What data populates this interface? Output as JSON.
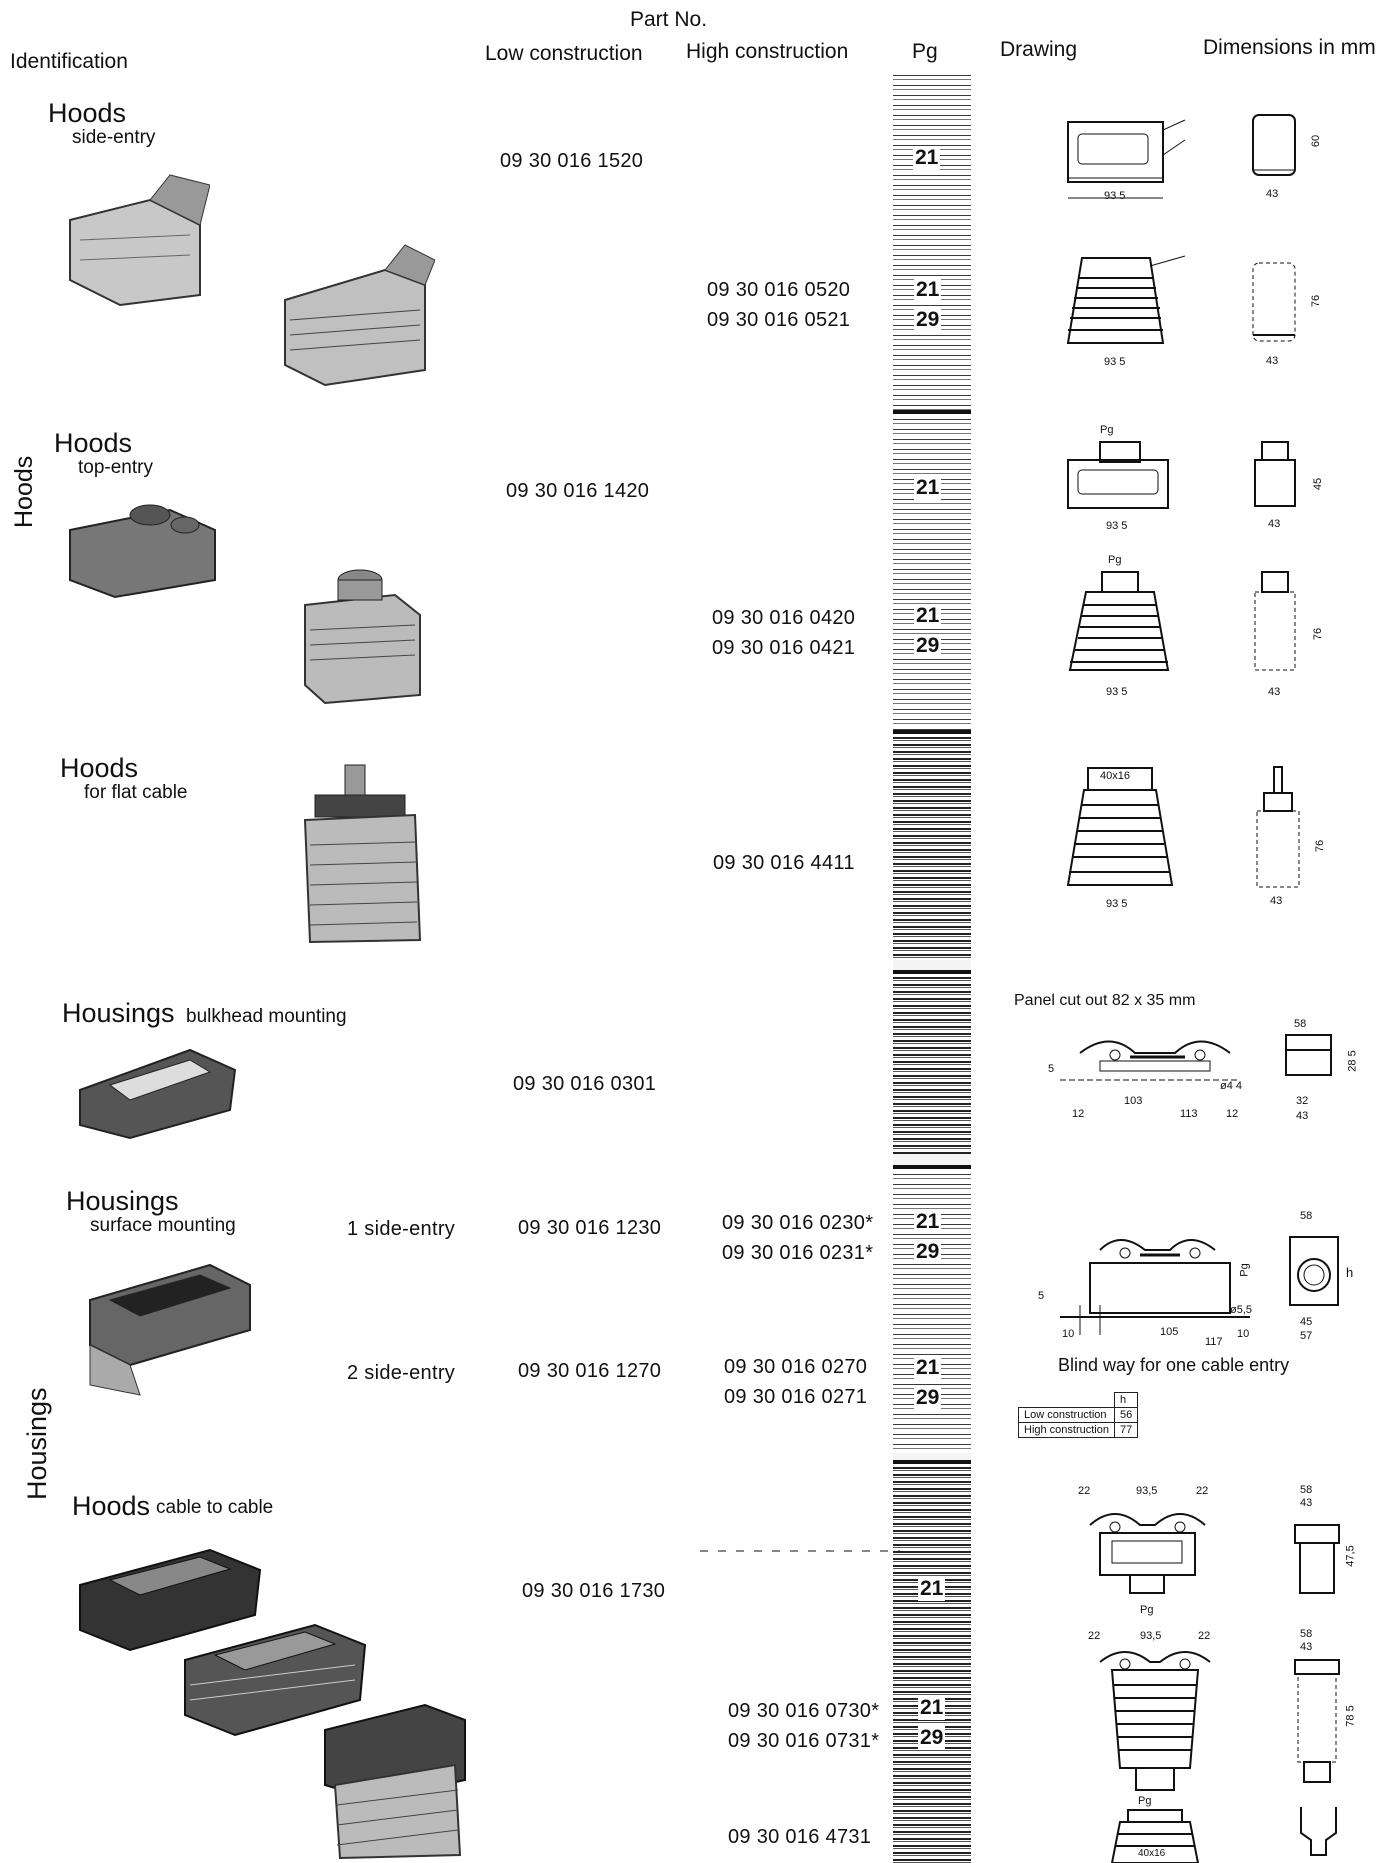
{
  "header": {
    "part_no": "Part No.",
    "identification": "Identification",
    "low_construction": "Low construction",
    "high_construction": "High construction",
    "pg": "Pg",
    "drawing": "Drawing",
    "dimensions": "Dimensions in mm"
  },
  "side_labels": {
    "hoods": "Hoods",
    "housings": "Housings"
  },
  "sections": [
    {
      "title": "Hoods",
      "subtitle": "side-entry",
      "low": "09 30 016 1520",
      "low_pg": "21",
      "high": [
        "09 30 016 0520",
        "09 30 016 0521"
      ],
      "high_pg": [
        "21",
        "29"
      ]
    },
    {
      "title": "Hoods",
      "subtitle": "top-entry",
      "low": "09 30 016 1420",
      "low_pg": "21",
      "high": [
        "09 30 016 0420",
        "09 30 016 0421"
      ],
      "high_pg": [
        "21",
        "29"
      ]
    },
    {
      "title": "Hoods",
      "subtitle": "for flat cable",
      "high": [
        "09 30 016 4411"
      ]
    },
    {
      "title": "Housings",
      "subtitle": "bulkhead mounting",
      "low": "09 30 016 0301",
      "note": "Panel cut out 82 x 35 mm"
    },
    {
      "title": "Housings",
      "subtitle": "surface mounting",
      "rows": [
        {
          "entry": "1 side-entry",
          "low": "09 30 016 1230",
          "high": [
            "09 30 016 0230*",
            "09 30 016 0231*"
          ],
          "pg": [
            "21",
            "29"
          ]
        },
        {
          "entry": "2 side-entry",
          "low": "09 30 016 1270",
          "high": [
            "09 30 016 0270",
            "09 30 016 0271"
          ],
          "pg": [
            "21",
            "29"
          ]
        }
      ],
      "note": "Blind way for one cable entry",
      "table": {
        "col": "h",
        "rows": [
          [
            "Low construction",
            "56"
          ],
          [
            "High construction",
            "77"
          ]
        ]
      }
    },
    {
      "title": "Hoods",
      "subtitle": "cable to cable",
      "low": "09 30 016 1730",
      "low_pg": "21",
      "high": [
        "09 30 016 0730*",
        "09 30 016 0731*"
      ],
      "high_pg": [
        "21",
        "29"
      ],
      "extra": "09 30 016 4731"
    }
  ],
  "dims": {
    "d935": "93 5",
    "d43": "43",
    "d60": "60",
    "d76": "76",
    "d45": "45",
    "pgl": "Pg",
    "d40x16": "40x16",
    "d58": "58",
    "d285": "28 5",
    "d32": "32",
    "d103": "103",
    "d113": "113",
    "d12": "12",
    "d44": "ø4 4",
    "d5": "5",
    "d105": "105",
    "d117": "117",
    "d10": "10",
    "d55": "ø5,5",
    "d57": "57",
    "d45b": "45",
    "dh": "h",
    "d22": "22",
    "d935b": "93,5",
    "d475": "47,5",
    "d785": "78 5"
  }
}
